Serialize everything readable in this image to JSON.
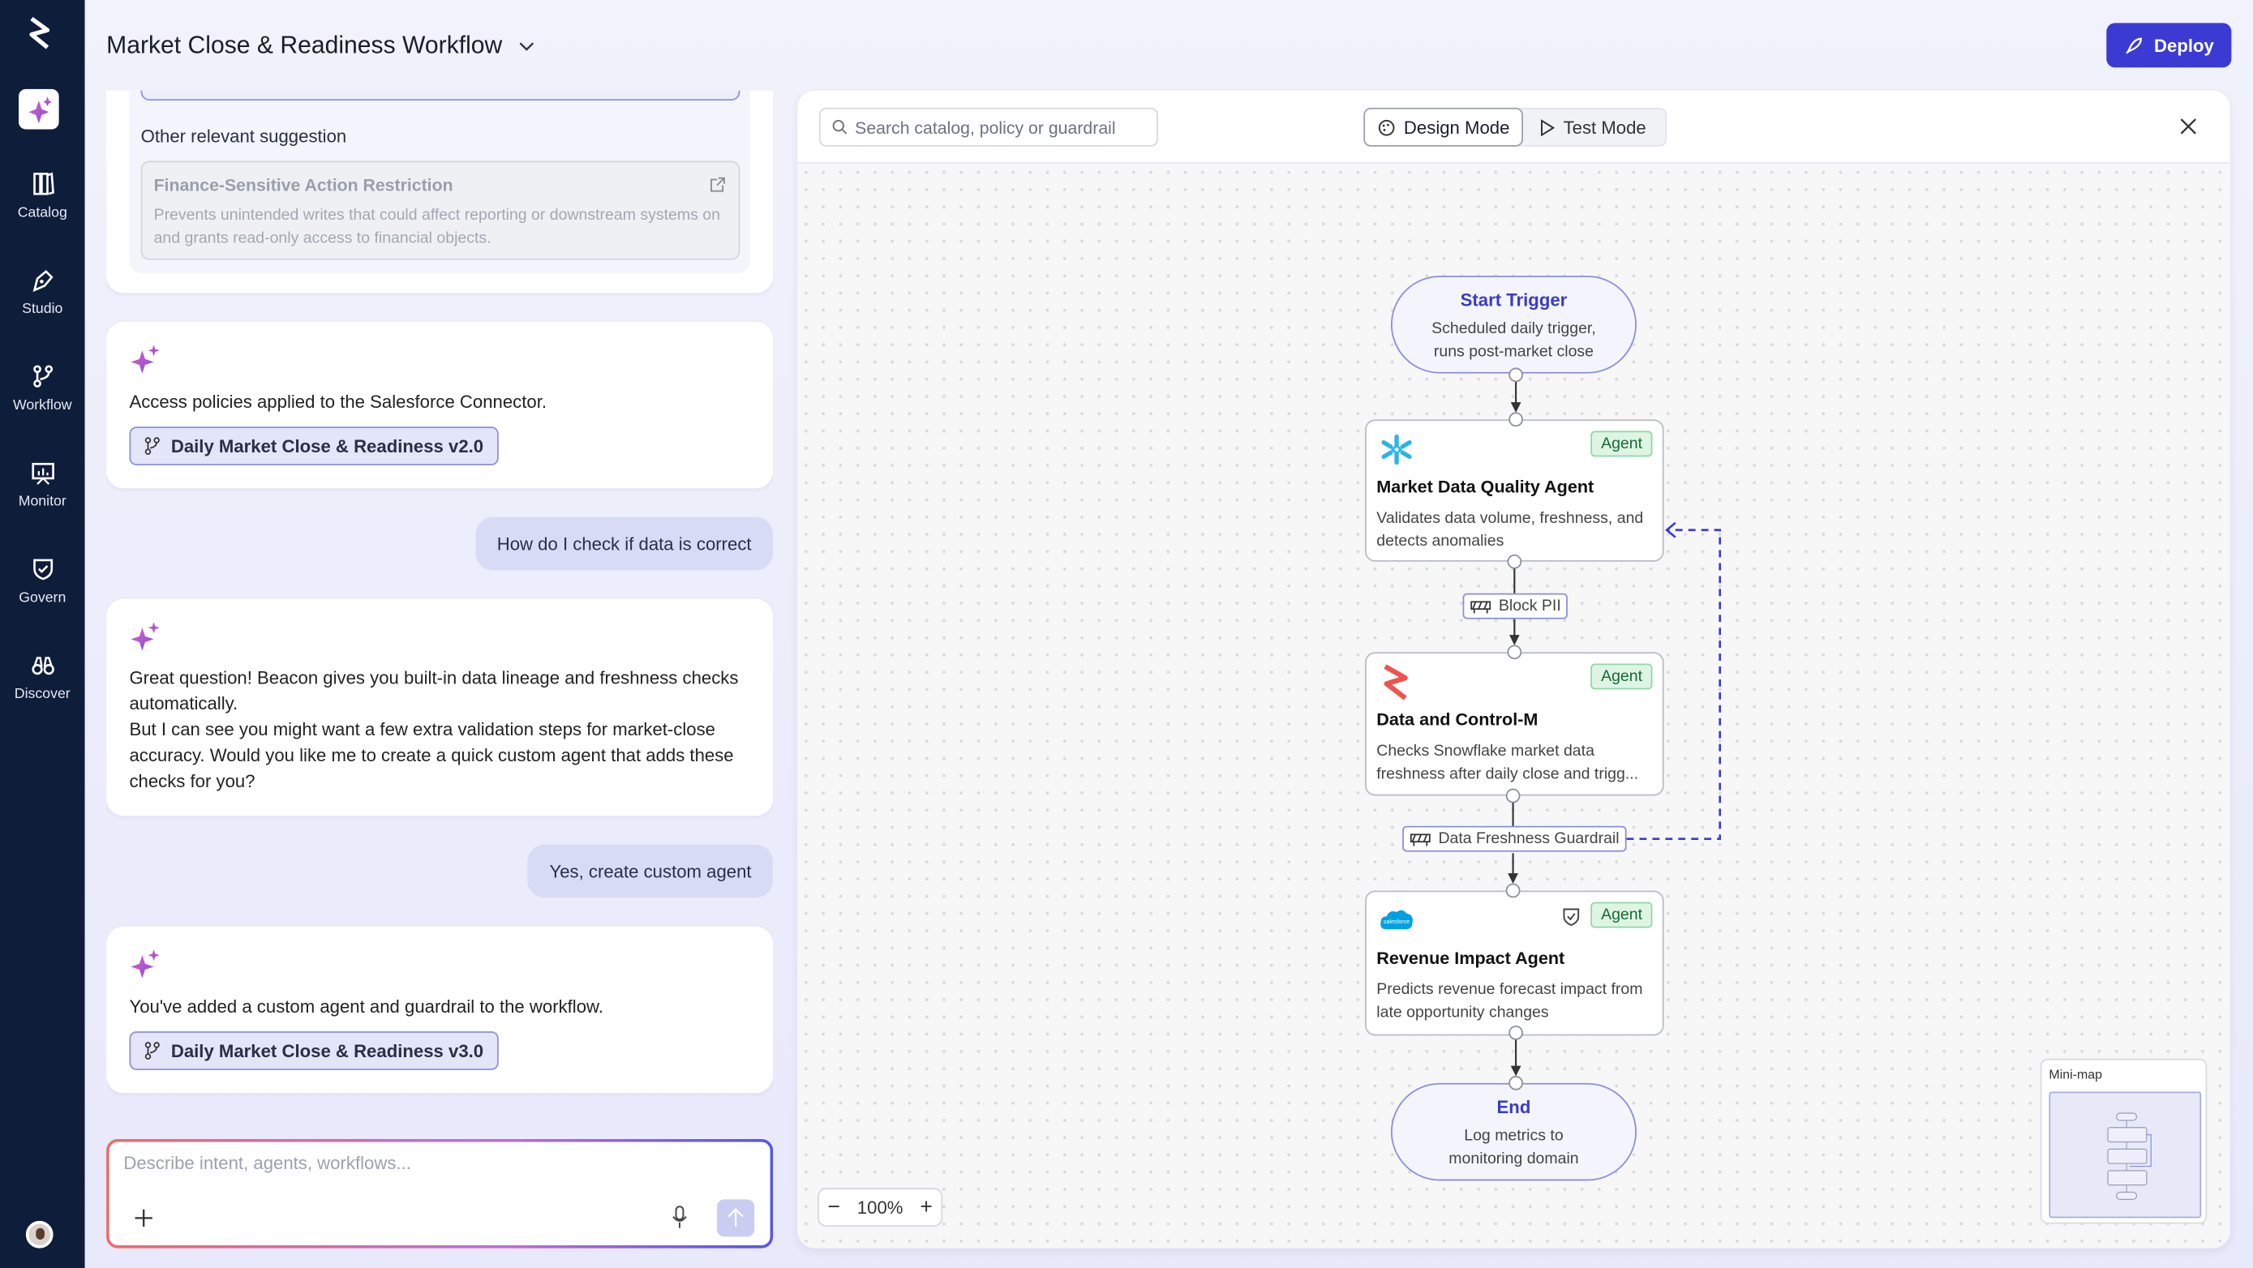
{
  "header": {
    "title": "Market Close & Readiness Workflow",
    "deploy_label": "Deploy"
  },
  "sidebar": {
    "items": [
      {
        "label": "Catalog",
        "icon": "books-icon"
      },
      {
        "label": "Studio",
        "icon": "pen-nib-icon"
      },
      {
        "label": "Workflow",
        "icon": "branch-icon"
      },
      {
        "label": "Monitor",
        "icon": "presentation-chart-icon"
      },
      {
        "label": "Govern",
        "icon": "shield-check-icon"
      },
      {
        "label": "Discover",
        "icon": "binoculars-icon"
      }
    ]
  },
  "chat": {
    "suggestion_heading": "Other relevant suggestion",
    "suggestion": {
      "title": "Finance-Sensitive Action Restriction",
      "description": "Prevents unintended writes that could affect reporting or downstream systems on and grants read-only access to financial objects."
    },
    "messages": [
      {
        "role": "assistant",
        "text": "Access policies applied to the Salesforce Connector.",
        "chip": "Daily Market Close & Readiness v2.0"
      },
      {
        "role": "user",
        "text": "How do I check if data is correct"
      },
      {
        "role": "assistant",
        "text": "Great question! Beacon gives you built-in data lineage and freshness checks automatically.",
        "text2": "But I can see you might want a few extra validation steps for market-close accuracy. Would you like me to create a quick custom agent that adds these checks for you?"
      },
      {
        "role": "user",
        "text": "Yes, create custom agent"
      },
      {
        "role": "assistant",
        "text": "You've added a custom agent and guardrail to the workflow.",
        "chip": "Daily Market Close & Readiness v3.0"
      }
    ],
    "input_placeholder": "Describe intent, agents, workflows..."
  },
  "canvas": {
    "search_placeholder": "Search catalog, policy or guardrail",
    "modes": [
      {
        "label": "Design Mode",
        "active": true
      },
      {
        "label": "Test Mode",
        "active": false
      }
    ],
    "zoom": "100%",
    "minimap_label": "Mini-map",
    "nodes": {
      "start": {
        "title": "Start Trigger",
        "desc": "Scheduled daily trigger, runs post-market close"
      },
      "agent1": {
        "badge": "Agent",
        "title": "Market Data Quality Agent",
        "desc": "Validates data volume, freshness, and detects anomalies",
        "icon": "snowflake-icon"
      },
      "guard1": {
        "label": "Block PII"
      },
      "agent2": {
        "badge": "Agent",
        "title": "Data and Control-M",
        "desc": "Checks Snowflake market data freshness after daily close and trigg...",
        "icon": "control-m-logo-icon"
      },
      "guard2": {
        "label": "Data Freshness Guardrail"
      },
      "agent3": {
        "badge": "Agent",
        "title": "Revenue Impact Agent",
        "desc": "Predicts revenue forecast impact from late opportunity changes",
        "icon": "salesforce-cloud-icon"
      },
      "end": {
        "title": "End",
        "desc": "Log metrics to monitoring domain"
      }
    }
  },
  "colors": {
    "sidebar": "#0e1d3a",
    "accent": "#3f3fd6",
    "agent_badge": "#dff5e4"
  }
}
